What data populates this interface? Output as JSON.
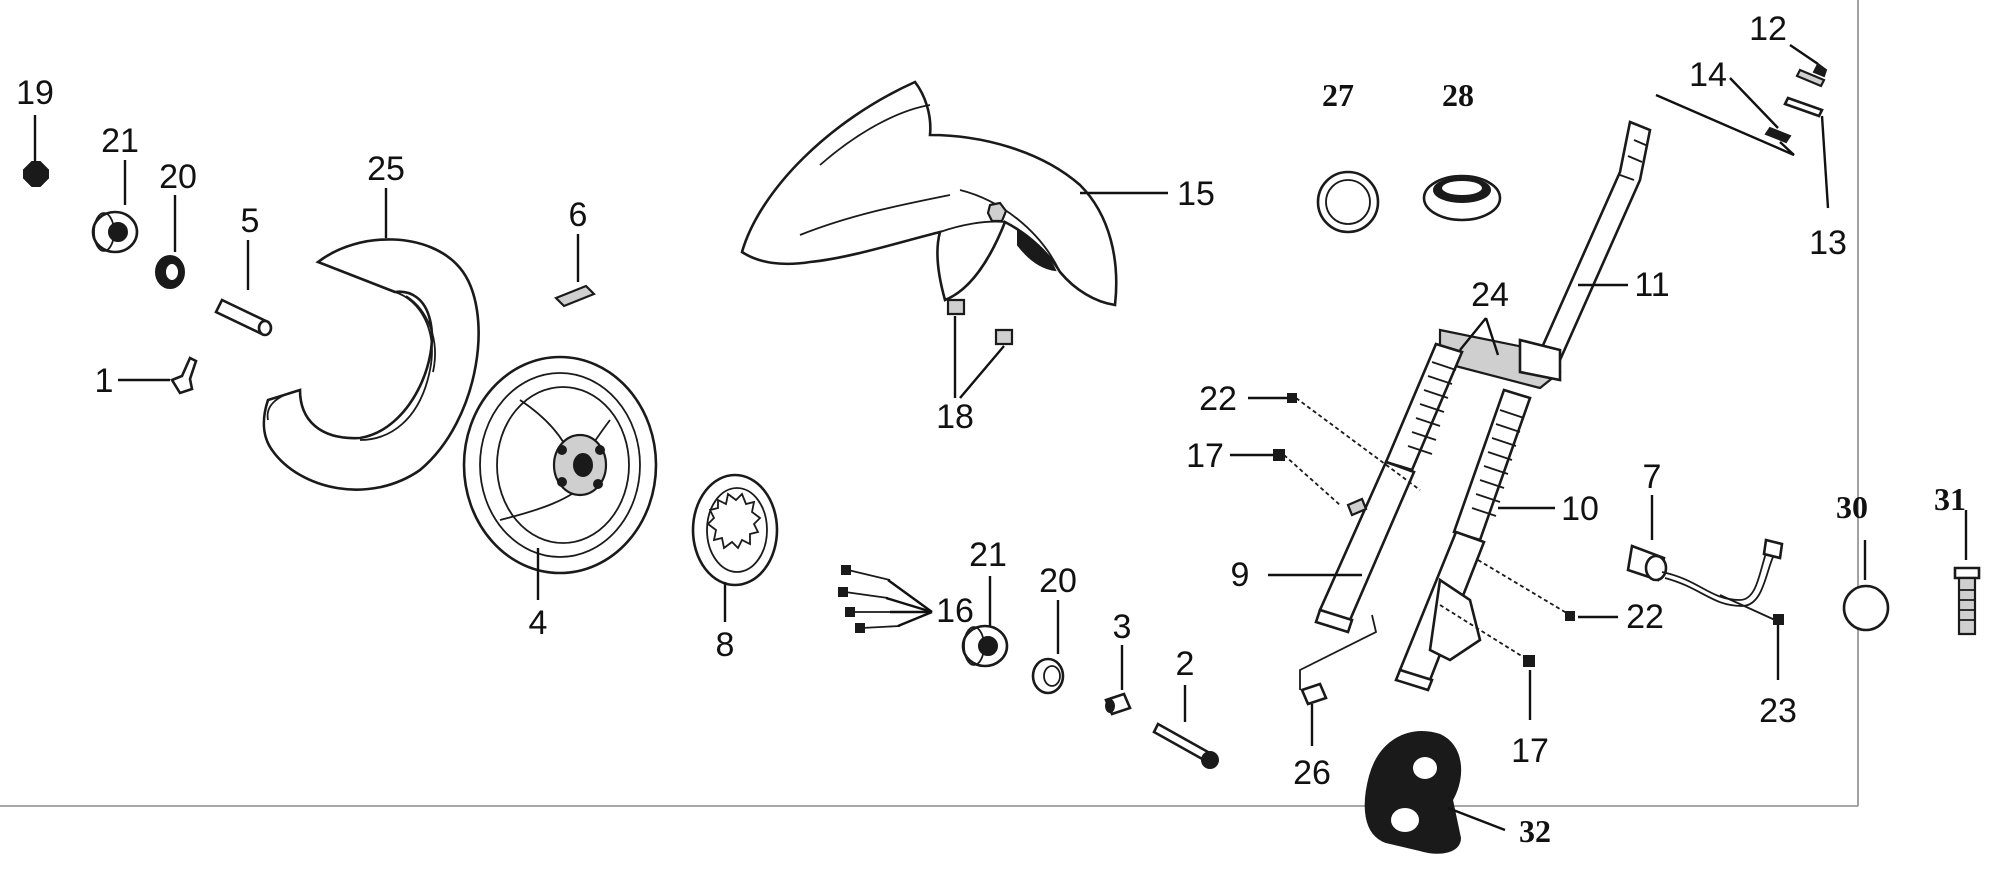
{
  "diagram": {
    "parts": [
      {
        "id": "p19",
        "label": "19"
      },
      {
        "id": "p21a",
        "label": "21"
      },
      {
        "id": "p20a",
        "label": "20"
      },
      {
        "id": "p5",
        "label": "5"
      },
      {
        "id": "p25",
        "label": "25"
      },
      {
        "id": "p6",
        "label": "6"
      },
      {
        "id": "p1",
        "label": "1"
      },
      {
        "id": "p4",
        "label": "4"
      },
      {
        "id": "p15",
        "label": "15"
      },
      {
        "id": "p18",
        "label": "18"
      },
      {
        "id": "p8",
        "label": "8"
      },
      {
        "id": "p16",
        "label": "16"
      },
      {
        "id": "p21b",
        "label": "21"
      },
      {
        "id": "p20b",
        "label": "20"
      },
      {
        "id": "p3",
        "label": "3"
      },
      {
        "id": "p2",
        "label": "2"
      },
      {
        "id": "p27",
        "label": "27"
      },
      {
        "id": "p28",
        "label": "28"
      },
      {
        "id": "p12",
        "label": "12"
      },
      {
        "id": "p14",
        "label": "14"
      },
      {
        "id": "p13",
        "label": "13"
      },
      {
        "id": "p11",
        "label": "11"
      },
      {
        "id": "p24",
        "label": "24"
      },
      {
        "id": "p22a",
        "label": "22"
      },
      {
        "id": "p17a",
        "label": "17"
      },
      {
        "id": "p10",
        "label": "10"
      },
      {
        "id": "p9",
        "label": "9"
      },
      {
        "id": "p7",
        "label": "7"
      },
      {
        "id": "p22b",
        "label": "22"
      },
      {
        "id": "p23",
        "label": "23"
      },
      {
        "id": "p17b",
        "label": "17"
      },
      {
        "id": "p26",
        "label": "26"
      },
      {
        "id": "p30",
        "label": "30"
      },
      {
        "id": "p31",
        "label": "31"
      },
      {
        "id": "p32",
        "label": "32"
      }
    ]
  }
}
